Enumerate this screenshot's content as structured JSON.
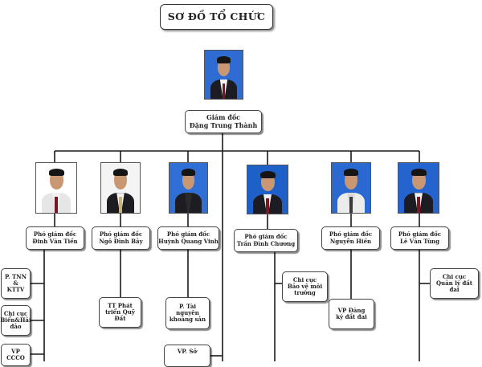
{
  "title": "SƠ ĐỒ TỔ CHỨC",
  "director": {
    "role": "Giám đốc",
    "name": "Đặng Trung Thành",
    "photo_icon": "person-photo-icon"
  },
  "deputies": [
    {
      "role": "Phó giám đốc",
      "name": "Đinh Văn Tiến",
      "photo_bg": "#ffffff"
    },
    {
      "role": "Phó giám đốc",
      "name": "Ngô Đình Bảy",
      "photo_bg": "#f4f4f4"
    },
    {
      "role": "Phó giám đốc",
      "name": "Huỳnh Quang Vinh",
      "photo_bg": "#2f6fd6"
    },
    {
      "role": "Phó giám đốc",
      "name": "Trần Đình Chương",
      "photo_bg": "#1f5fc8"
    },
    {
      "role": "Phó giám đốc",
      "name": "Nguyễn Hiền",
      "photo_bg": "#2a68d2"
    },
    {
      "role": "Phó giám đốc",
      "name": "Lê Văn Tùng",
      "photo_bg": "#2563cf"
    }
  ],
  "units": {
    "tnn_kttv": [
      "P. TNN &",
      "KTTV"
    ],
    "bien_hai_dao": [
      "Chi cục",
      "Biển&Hải",
      "đảo"
    ],
    "vp_ccco": [
      "VP CCCO"
    ],
    "tt_phat_trien": [
      "TT Phát",
      "triển Quỹ",
      "Đất"
    ],
    "p_tai_nguyen": [
      "P. Tài",
      "nguyên",
      "khoáng sản"
    ],
    "vp_so": [
      "VP. Sở"
    ],
    "bao_ve_moi_truong": [
      "Chi cục",
      "Bảo vệ môi",
      "trường"
    ],
    "vp_dang_ky": [
      "VP Đăng",
      "ký đất đai"
    ],
    "quan_ly_dat_dai": [
      "Chi cục",
      "Quản lý đất",
      "đai"
    ]
  },
  "colors": {
    "line": "#1a1a1a",
    "suit": "#1c1c22",
    "skin": "#c99873"
  }
}
